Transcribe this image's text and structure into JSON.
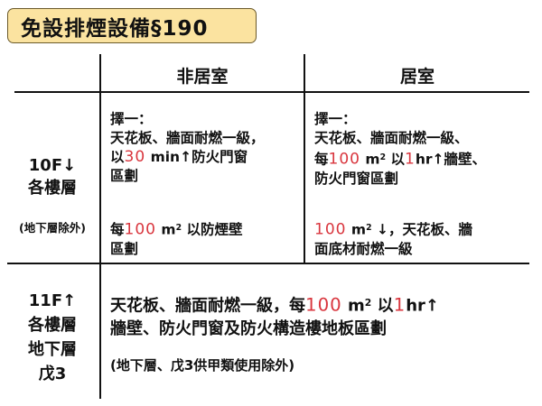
{
  "title": "免設排煙設備§190",
  "colors": {
    "title_bg": "#fbe3a0",
    "title_border": "#6b5a2a",
    "highlight_red": "#d9363e",
    "line": "#111111"
  },
  "columns": {
    "non_residential": "非居室",
    "residential": "居室"
  },
  "rows": [
    {
      "header_line1": "10F↓",
      "header_line2": "各樓層",
      "header_note": "(地下層除外)",
      "non_residential": {
        "top": {
          "line1": "擇一：",
          "line2": "天花板、牆面耐燃一級，",
          "line3_pre": "以",
          "line3_num": "30",
          "line3_post": " min↑防火門窗",
          "line4": "區劃"
        },
        "bottom": {
          "pre": "每",
          "num": "100",
          "unit": " m",
          "sup": "2",
          "post": " 以防煙壁",
          "line2": "區劃"
        }
      },
      "residential": {
        "top": {
          "line1": "擇一：",
          "line2": "天花板、牆面耐燃一級、",
          "line3_pre": "每",
          "line3_num": "100",
          "line3_unit": " m",
          "line3_sup": "2",
          "line3_mid": " 以",
          "line3_num2": "1",
          "line3_post": "hr↑牆壁、",
          "line4": "防火門窗區劃"
        },
        "bottom": {
          "num": "100",
          "unit": " m",
          "sup": "2",
          "post": " ↓，天花板、牆",
          "line2": "面底材耐燃一級"
        }
      }
    },
    {
      "header_line1": "11F↑",
      "header_line2": "各樓層",
      "header_line3": "地下層",
      "header_line4": "戊3",
      "merged": {
        "pre": "天花板、牆面耐燃一級，每",
        "num": "100",
        "unit": " m",
        "sup": "2",
        "mid": " 以",
        "num2": "1",
        "post": "hr↑",
        "line2": "牆壁、防火門窗及防火構造樓地板區劃",
        "note": "(地下層、戊3供甲類使用除外)"
      }
    }
  ]
}
